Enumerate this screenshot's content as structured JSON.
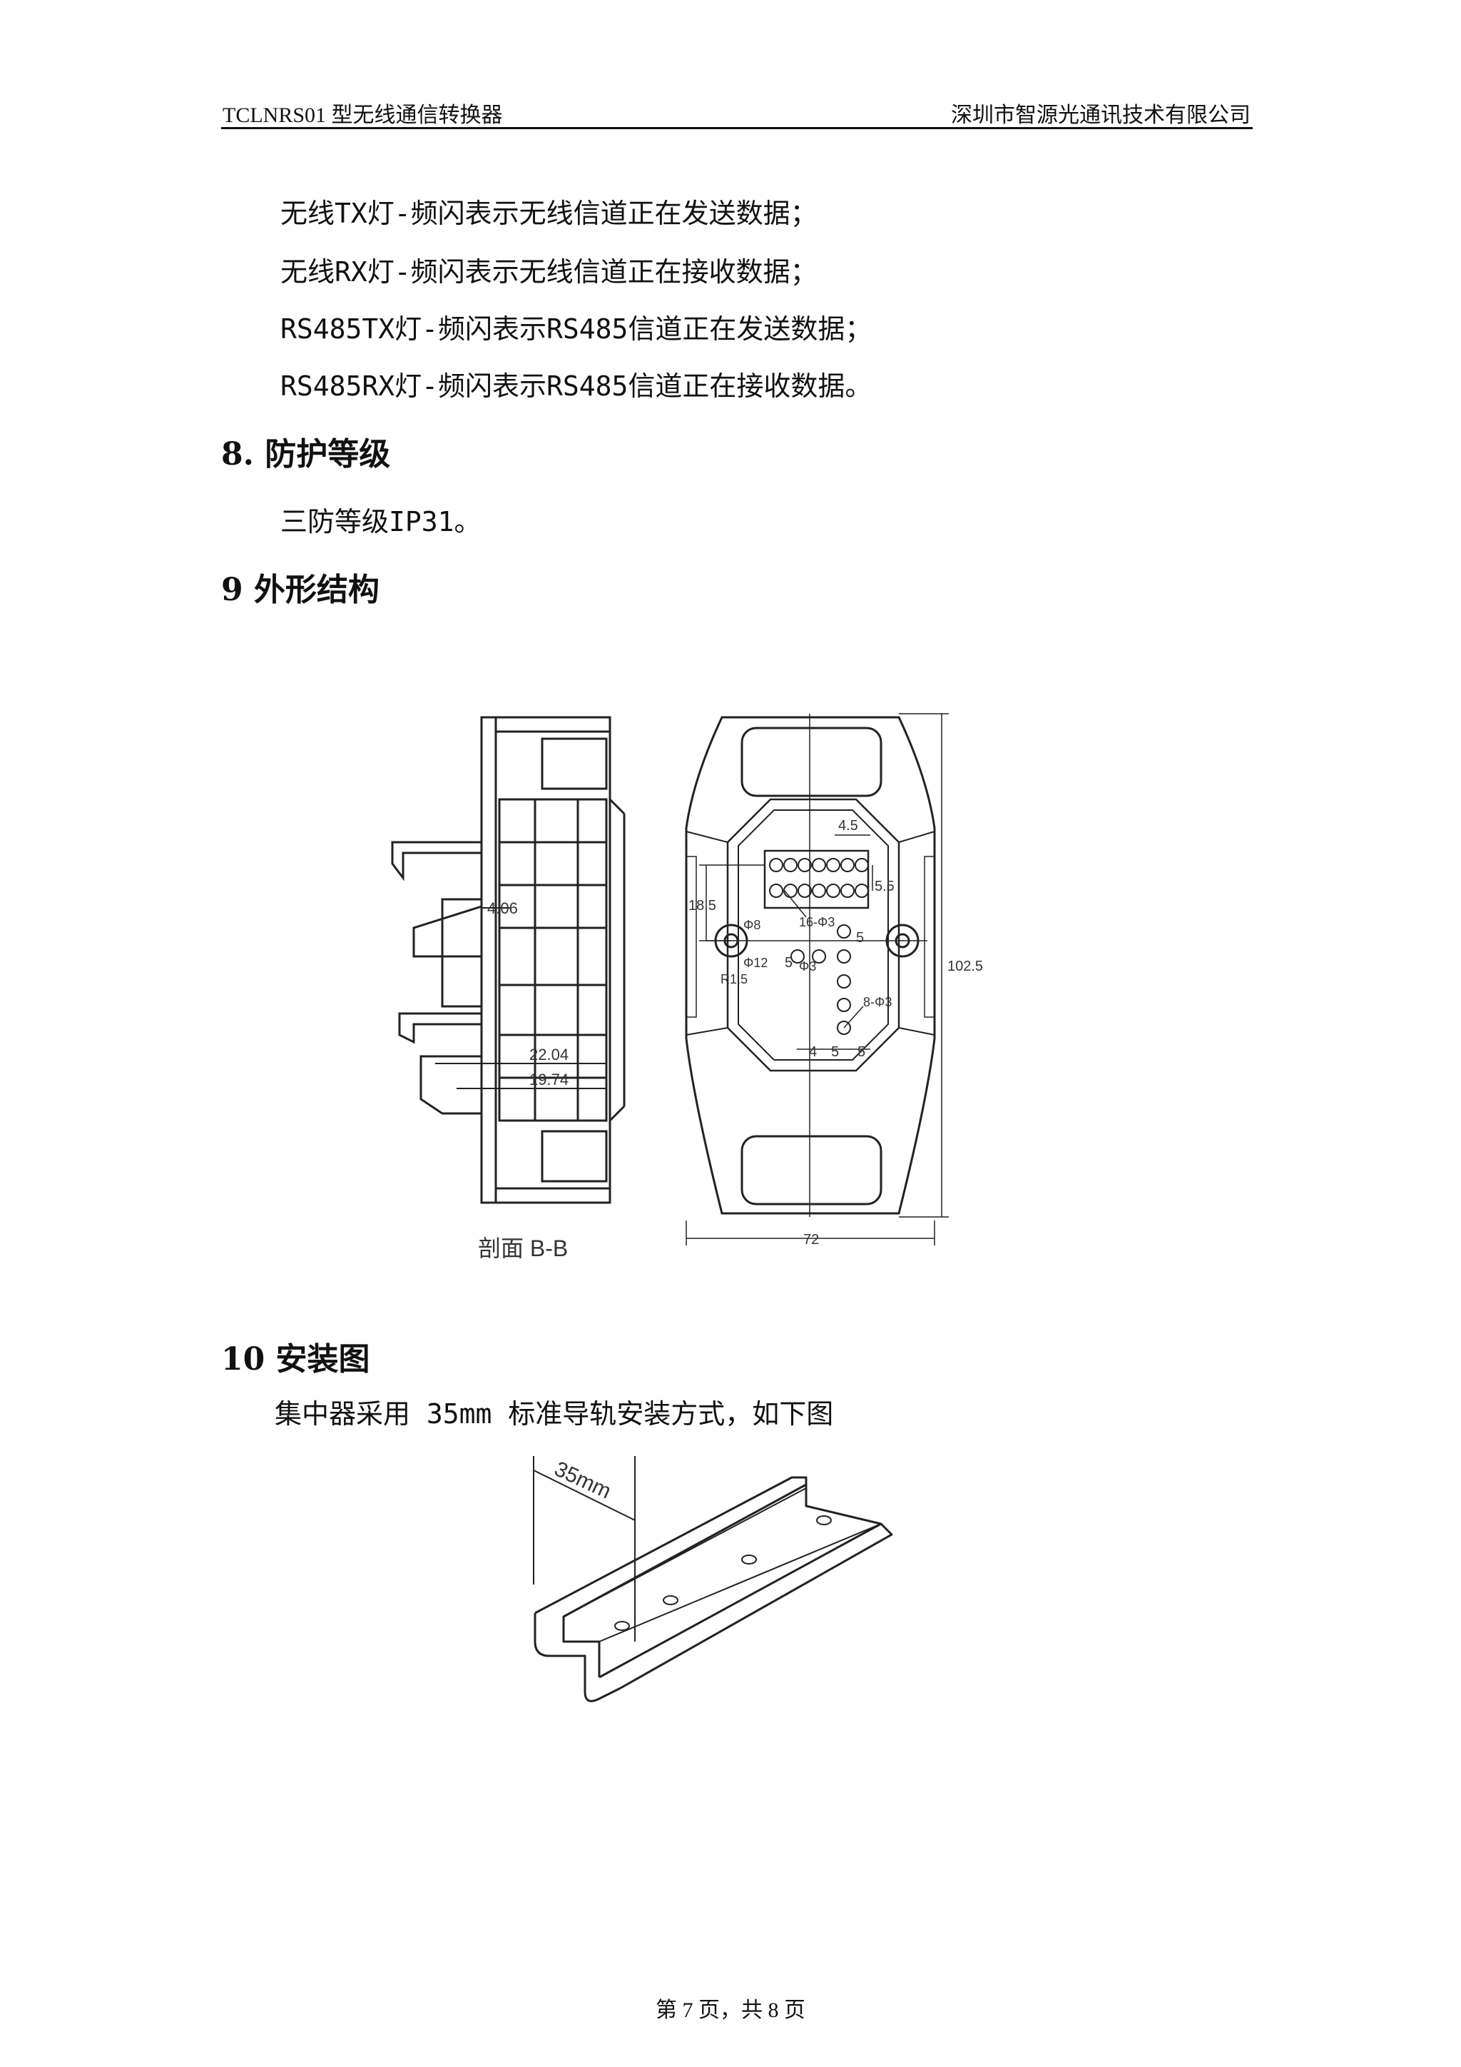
{
  "header": {
    "left": "TCLNRS01 型无线通信转换器",
    "right": "深圳市智源光通讯技术有限公司"
  },
  "indicator_lines": [
    "无线TX灯-频闪表示无线信道正在发送数据；",
    "无线RX灯-频闪表示无线信道正在接收数据；",
    "RS485TX灯-频闪表示RS485信道正在发送数据；",
    "RS485RX灯-频闪表示RS485信道正在接收数据。"
  ],
  "section8": {
    "title": "8. 防护等级",
    "text": "三防等级IP31。"
  },
  "section9": {
    "title": "9  外形结构"
  },
  "drawing": {
    "section_label": "剖面 B-B",
    "dims": {
      "d406": "4.06",
      "d2204": "22.04",
      "d1974": "19.74",
      "d45": "4.5",
      "d55": "5.5",
      "d185": "18.5",
      "d1025": "102.5",
      "d72": "72",
      "d4": "4",
      "d5a": "5",
      "d5b": "5",
      "d5c": "5",
      "d5d": "5",
      "phi8": "Φ8",
      "phi12": "Φ12",
      "r15": "R1.5",
      "holes16": "16-Φ3",
      "holes8": "8-Φ3",
      "phi3": "Φ3"
    }
  },
  "section10": {
    "title": "10 安装图",
    "text": "集中器采用 35mm 标准导轨安装方式，如下图"
  },
  "rail": {
    "dim": "35mm"
  },
  "footer": "第 7 页，共 8 页"
}
